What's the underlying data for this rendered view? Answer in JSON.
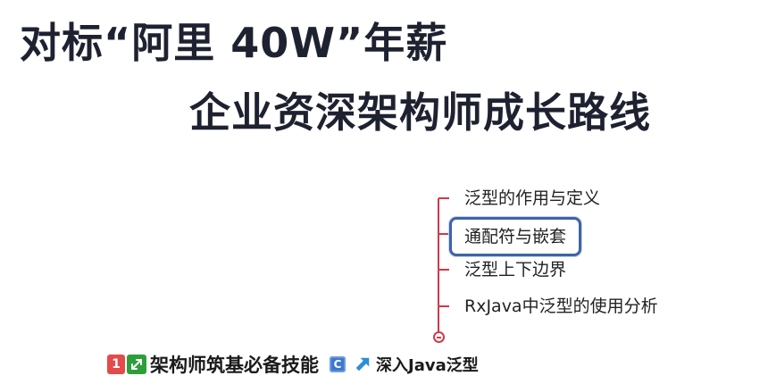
{
  "title": {
    "line1": "对标“阿里 40W”年薪",
    "line2": "企业资深架构师成长路线"
  },
  "mindmap": {
    "branches": [
      {
        "label": "泛型的作用与定义"
      },
      {
        "label": "通配符与嵌套",
        "selected": true
      },
      {
        "label": "泛型上下边界"
      },
      {
        "label": "RxJava中泛型的使用分析"
      }
    ],
    "root": {
      "priority_badge": "1",
      "label": "架构师筑基必备技能",
      "note_badge": "C",
      "link_label": "深入Java泛型"
    }
  },
  "colors": {
    "title": "#1e2230",
    "connector": "#d0394b",
    "selection_border": "#3e64a8",
    "priority_badge": "#e24b4b",
    "expand_icon": "#2e9e3b",
    "note_badge": "#3f78c8",
    "link_arrow": "#2a8fd6"
  },
  "icons": {
    "expand": "expand-arrows-icon",
    "note": "c-note-icon",
    "link": "link-arrow-icon",
    "collapse": "collapse-minus-icon"
  }
}
